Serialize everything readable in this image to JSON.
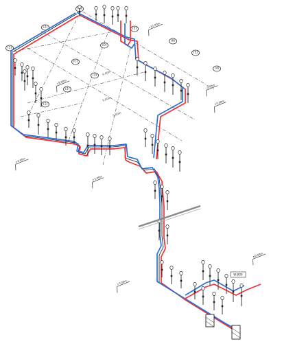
{
  "drawing": {
    "grid_bubbles": [
      "(3)",
      "(2)",
      "(1)",
      "(3)",
      "(2)",
      "(1)",
      "(6)",
      "(5)",
      "(4)",
      "(E)",
      "(D)",
      "(C)"
    ],
    "grid_labels": [
      "6.00m",
      "5.00m",
      "5.00m"
    ],
    "level_tags": [
      "+12.00m",
      "+8.00m",
      "+4.00m",
      "+3.00m",
      "+0.00m",
      "-0.30m",
      "+3.00m",
      "±0.00m"
    ],
    "tank_tag": "W-BOX"
  }
}
